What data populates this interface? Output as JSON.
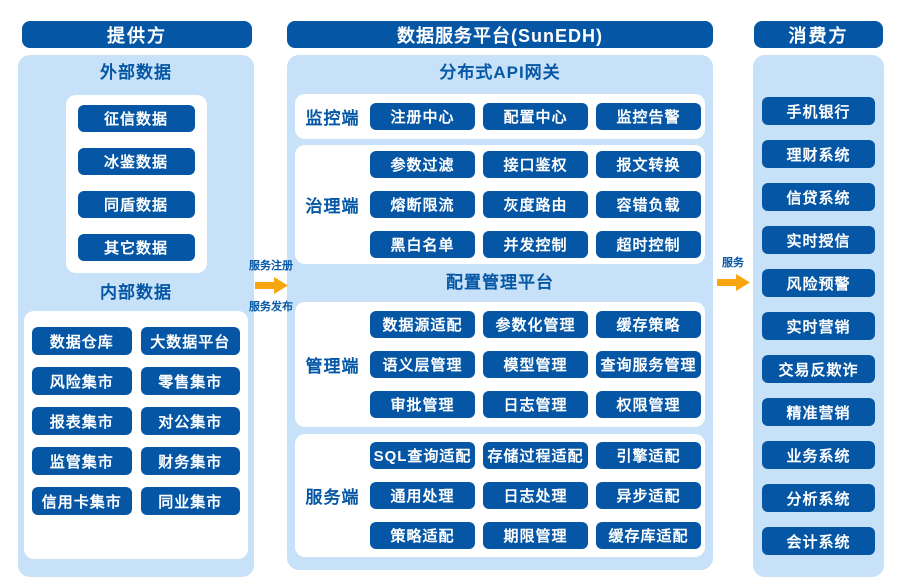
{
  "colors": {
    "dark_blue": "#0557A5",
    "light_blue": "#C7E1F8",
    "orange": "#F7A60F",
    "white": "#FFFFFF"
  },
  "provider": {
    "header": "提供方",
    "external": {
      "title": "外部数据",
      "items": [
        "征信数据",
        "冰鉴数据",
        "同盾数据",
        "其它数据"
      ]
    },
    "internal": {
      "title": "内部数据",
      "items": [
        "数据仓库",
        "大数据平台",
        "风险集市",
        "零售集市",
        "报表集市",
        "对公集市",
        "监管集市",
        "财务集市",
        "信用卡集市",
        "同业集市"
      ]
    }
  },
  "platform": {
    "header": "数据服务平台(SunEDH)",
    "gateway_title": "分布式API网关",
    "config_title": "配置管理平台",
    "sections": [
      {
        "label": "监控端",
        "rows": [
          [
            "注册中心",
            "配置中心",
            "监控告警"
          ]
        ]
      },
      {
        "label": "治理端",
        "rows": [
          [
            "参数过滤",
            "接口鉴权",
            "报文转换"
          ],
          [
            "熔断限流",
            "灰度路由",
            "容错负载"
          ],
          [
            "黑白名单",
            "并发控制",
            "超时控制"
          ]
        ]
      },
      {
        "label": "管理端",
        "rows": [
          [
            "数据源适配",
            "参数化管理",
            "缓存策略"
          ],
          [
            "语义层管理",
            "模型管理",
            "查询服务管理"
          ],
          [
            "审批管理",
            "日志管理",
            "权限管理"
          ]
        ]
      },
      {
        "label": "服务端",
        "rows": [
          [
            "SQL查询适配",
            "存储过程适配",
            "引擎适配"
          ],
          [
            "通用处理",
            "日志处理",
            "异步适配"
          ],
          [
            "策略适配",
            "期限管理",
            "缓存库适配"
          ]
        ]
      }
    ]
  },
  "consumer": {
    "header": "消费方",
    "items": [
      "手机银行",
      "理财系统",
      "信贷系统",
      "实时授信",
      "风险预警",
      "实时营销",
      "交易反欺诈",
      "精准营销",
      "业务系统",
      "分析系统",
      "会计系统"
    ]
  },
  "arrows": {
    "left": {
      "top_label": "服务注册",
      "bottom_label": "服务发布"
    },
    "right": {
      "top_label": "服务"
    }
  }
}
